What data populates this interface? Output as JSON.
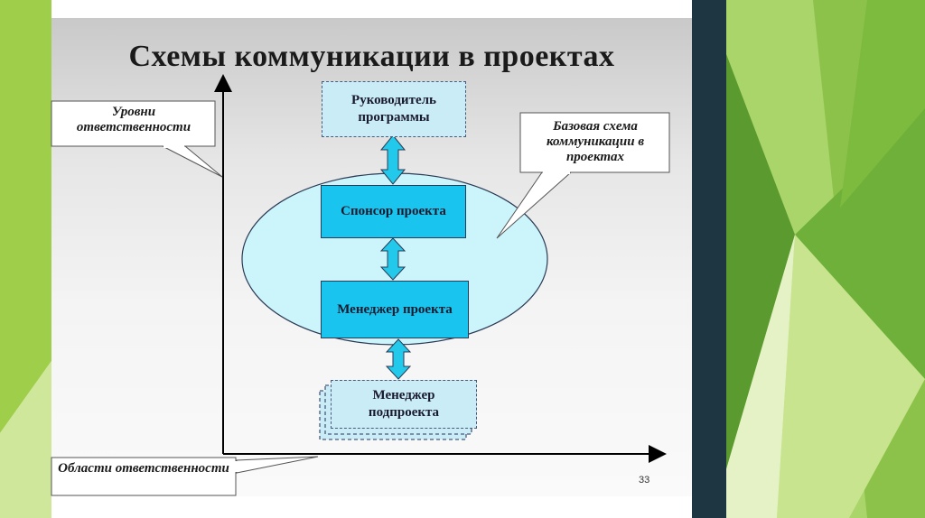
{
  "slide": {
    "title": "Схемы коммуникации в проектах",
    "page_number": "33"
  },
  "diagram": {
    "boxes": {
      "program_manager": "Руководитель программы",
      "project_sponsor": "Спонсор проекта",
      "project_manager": "Менеджер проекта",
      "subproject_manager": "Менеджер подпроекта"
    },
    "callouts": {
      "responsibility_levels": "Уровни ответственности",
      "base_scheme": "Базовая схема коммуникации в проектах",
      "responsibility_areas": "Области ответственности"
    }
  },
  "colors": {
    "solid_box": "#19c4ee",
    "dashed_box": "#c9ecf7",
    "ellipse": "#ccf5fb",
    "arrow": "#22c9ea",
    "dark_panel": "#1e3641",
    "green_light": "#b5d66a",
    "green_dark": "#6aa632"
  }
}
